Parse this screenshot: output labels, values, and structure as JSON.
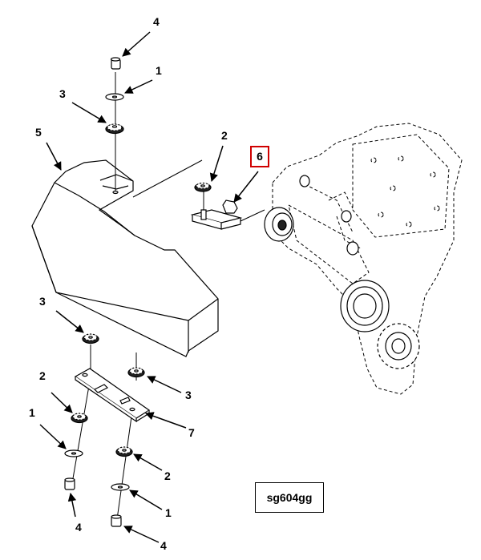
{
  "callouts": {
    "top_nut": "4",
    "top_washer": "1",
    "top_lockwasher": "3",
    "cover": "5",
    "bracket_lockwasher": "2",
    "bracket": "6",
    "lower_left_lockwasher": "3",
    "lower_right_lockwasher": "3",
    "left_lockwasher_2": "2",
    "plate": "7",
    "left_washer": "1",
    "right_lockwasher_2": "2",
    "left_nut": "4",
    "right_washer": "1",
    "right_nut": "4"
  },
  "figure_id": "sg604gg",
  "colors": {
    "line": "#000000",
    "highlight": "#d00000"
  }
}
